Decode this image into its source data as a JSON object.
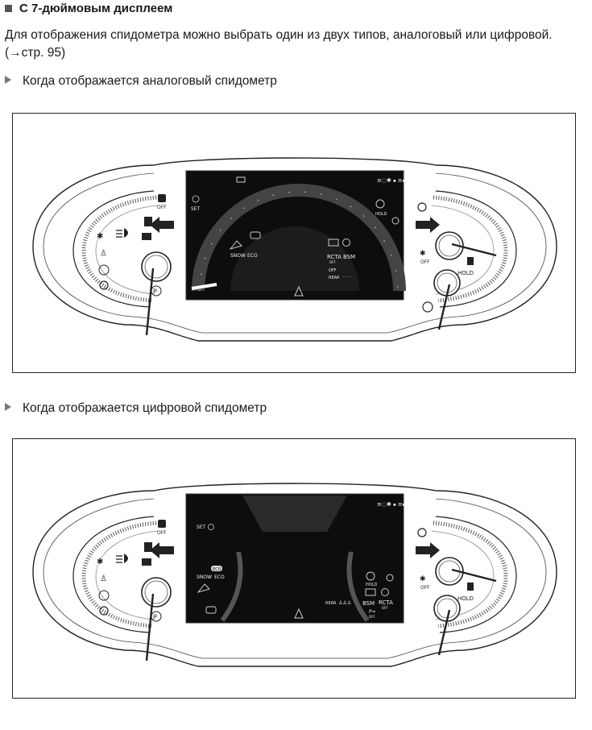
{
  "heading": "С 7-дюймовым дисплеем",
  "paragraph": "Для отображения спидометра можно выбрать один из двух типов, аналоговый или цифровой. (→стр. 95)",
  "bullets": [
    "Когда отображается аналоговый спидометр",
    "Когда отображается цифровой спидометр"
  ],
  "analog": {
    "left_labels": {
      "off": "OFF",
      "p": "P"
    },
    "screen": {
      "set": "SET",
      "snow": "SNOW",
      "eco": "ECO",
      "rcta": "RCTA",
      "rcta_off": "OFF",
      "bsm": "BSM",
      "off": "OFF",
      "rear": "REAR",
      "hold": "HOLD"
    },
    "right_labels": {
      "hold": "HOLD",
      "off": "OFF"
    }
  },
  "digital": {
    "left_labels": {
      "off": "OFF",
      "p": "P"
    },
    "screen": {
      "set": "SET",
      "eco_badge": "ECO",
      "snow": "SNOW",
      "eco": "ECO",
      "hold": "HOLD",
      "rear": "REAR",
      "bsm": "BSM",
      "rcta": "RCTA",
      "rcta_off": "OFF",
      "p_off": "OFF"
    },
    "right_labels": {
      "hold": "HOLD",
      "off": "OFF"
    }
  }
}
